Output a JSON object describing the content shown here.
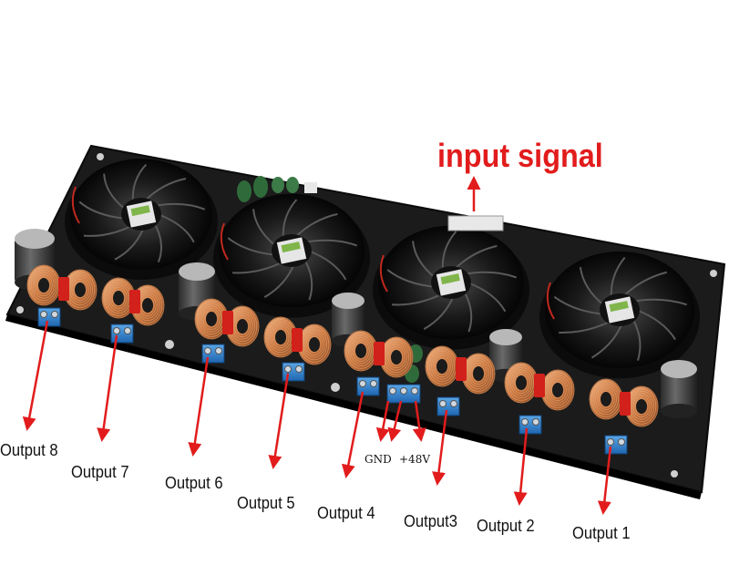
{
  "title": "input signal",
  "accent_color": "#e21c1c",
  "power_labels": {
    "gnd": "GND",
    "v48": "+48V"
  },
  "outputs": [
    {
      "label": "Output 8"
    },
    {
      "label": "Output 7"
    },
    {
      "label": "Output 6"
    },
    {
      "label": "Output 5"
    },
    {
      "label": "Output 4"
    },
    {
      "label": "Output3"
    },
    {
      "label": "Output 2"
    },
    {
      "label": "Output 1"
    }
  ],
  "components": {
    "fans": 4,
    "board": "black amplifier circuit board",
    "icons": [
      "cooling-fan-icon",
      "toroidal-inductor-icon",
      "capacitor-icon",
      "terminal-block-icon"
    ]
  }
}
